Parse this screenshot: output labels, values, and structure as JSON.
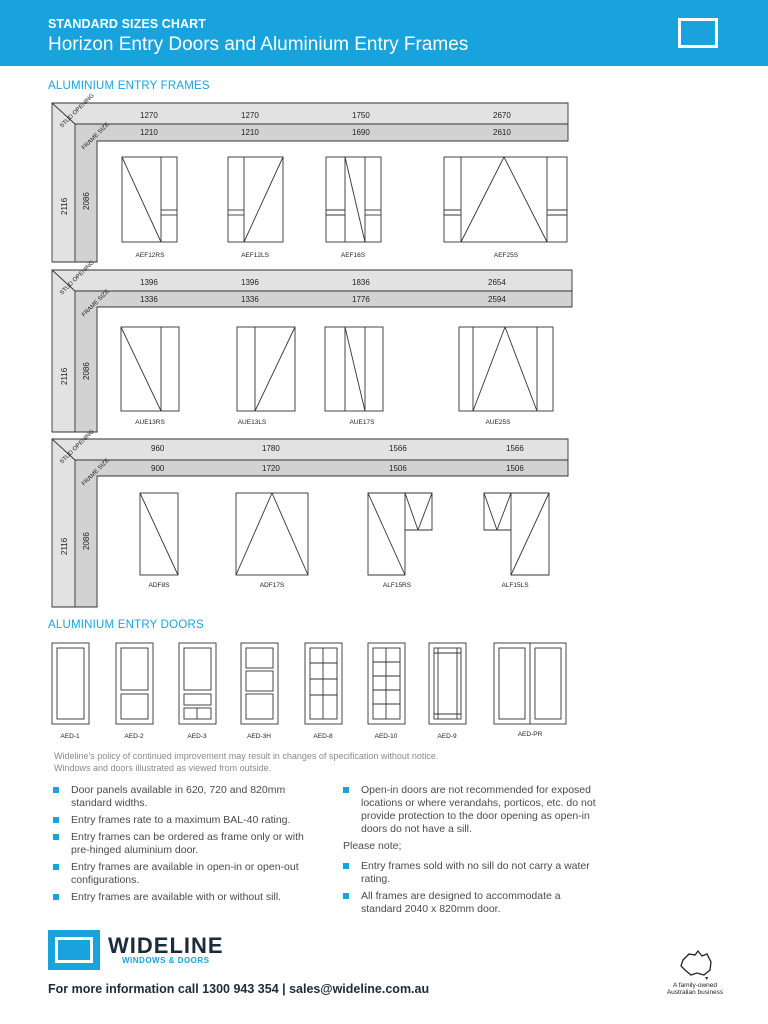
{
  "header": {
    "subtitle": "STANDARD SIZES CHART",
    "title": "Horizon Entry Doors and Aluminium Entry Frames"
  },
  "sections": {
    "frames_title": "ALUMINIUM ENTRY FRAMES",
    "doors_title": "ALUMINIUM ENTRY DOORS"
  },
  "labels": {
    "stud_opening": "STUD OPENING",
    "frame_size": "FRAME SIZE",
    "height_stud": "2116",
    "height_frame": "2086"
  },
  "frame_rows": [
    {
      "stud": [
        "1270",
        "1270",
        "1750",
        "2670"
      ],
      "frame": [
        "1210",
        "1210",
        "1690",
        "2610"
      ],
      "codes": [
        "AEF12RS",
        "AEF12LS",
        "AEF16S",
        "AEF25S"
      ]
    },
    {
      "stud": [
        "1396",
        "1396",
        "1836",
        "2654"
      ],
      "frame": [
        "1336",
        "1336",
        "1776",
        "2594"
      ],
      "codes": [
        "AUE13RS",
        "AUE13LS",
        "AUE17S",
        "AUE25S"
      ]
    },
    {
      "stud": [
        "960",
        "1780",
        "1566",
        "1566"
      ],
      "frame": [
        "900",
        "1720",
        "1506",
        "1506"
      ],
      "codes": [
        "ADF8S",
        "ADF17S",
        "ALF15RS",
        "ALF15LS"
      ]
    }
  ],
  "doors": [
    "AED-1",
    "AED-2",
    "AED-3",
    "AED-3H",
    "AED-8",
    "AED-10",
    "AED-9",
    "AED-PR"
  ],
  "disclaimer": [
    "Wideline's policy of continued improvement may result in changes of specification without notice.",
    "Windows and doors illustrated as viewed from outside."
  ],
  "bullets_left": [
    "Door panels available in 620, 720 and 820mm standard widths.",
    "Entry frames rate to a maximum BAL-40 rating.",
    "Entry frames can be ordered as frame only or with pre-hinged aluminium door.",
    "Entry frames are available in open-in or open-out configurations.",
    "Entry frames are available with or without sill."
  ],
  "bullets_right_top": [
    "Open-in doors are not recommended for exposed locations or where verandahs, porticos, etc. do not provide protection to the door opening as open-in doors do not have a sill."
  ],
  "please_note": "Please note;",
  "bullets_right_bottom": [
    "Entry frames sold with no sill do not carry a water rating.",
    "All frames are designed to accommodate a standard 2040 x 820mm door."
  ],
  "footer": {
    "brand": "WIDELINE",
    "tagline": "WINDOWS & DOORS",
    "contact": "For more information call 1300 943 354  |  sales@wideline.com.au",
    "family_line1": "A family-owned",
    "family_line2": "Australian business"
  },
  "colors": {
    "accent": "#19a3dc",
    "band": "#e2e2e2",
    "line": "#333333"
  }
}
